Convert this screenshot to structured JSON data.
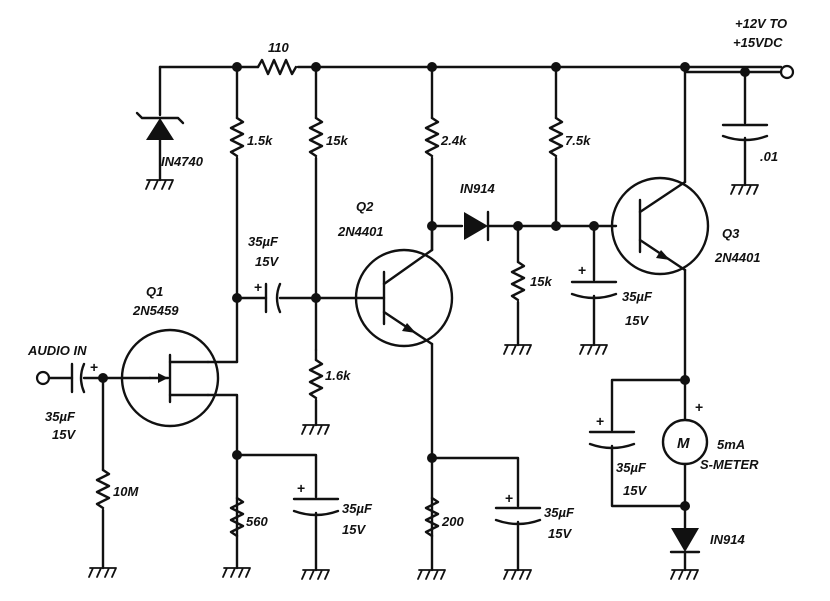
{
  "supply": {
    "line1": "+12V TO",
    "line2": "+15VDC"
  },
  "zener": {
    "part": "IN4740"
  },
  "resistors": {
    "r_series": "110",
    "r_q1_load": "1.5k",
    "r_q2_bias_top": "15k",
    "r_q2_bias_bottom": "1.6k",
    "r_q2_collector": "2.4k",
    "r_q3_bias_top": "7.5k",
    "r_q3_bias_bottom": "15k",
    "r_gate": "10M",
    "r_q1_source": "560",
    "r_q2_emitter": "200"
  },
  "capacitors": {
    "c_input": {
      "value": "35µF",
      "voltage": "15V"
    },
    "c_coupling": {
      "value": "35µF",
      "voltage": "15V"
    },
    "c_q1_source": {
      "value": "35µF",
      "voltage": "15V"
    },
    "c_q2_emitter": {
      "value": "35µF",
      "voltage": "15V"
    },
    "c_q3_base": {
      "value": "35µF",
      "voltage": "15V"
    },
    "c_meter": {
      "value": "35µF",
      "voltage": "15V"
    },
    "c_supply": {
      "value": ".01"
    }
  },
  "transistors": {
    "q1": {
      "ref": "Q1",
      "part": "2N5459"
    },
    "q2": {
      "ref": "Q2",
      "part": "2N4401"
    },
    "q3": {
      "ref": "Q3",
      "part": "2N4401"
    }
  },
  "diodes": {
    "d_mid": "IN914",
    "d_meter": "IN914"
  },
  "meter": {
    "symbol": "M",
    "line1": "5mA",
    "line2": "S-METER"
  },
  "input": {
    "label": "AUDIO IN"
  },
  "polarity": {
    "plus": "+"
  }
}
